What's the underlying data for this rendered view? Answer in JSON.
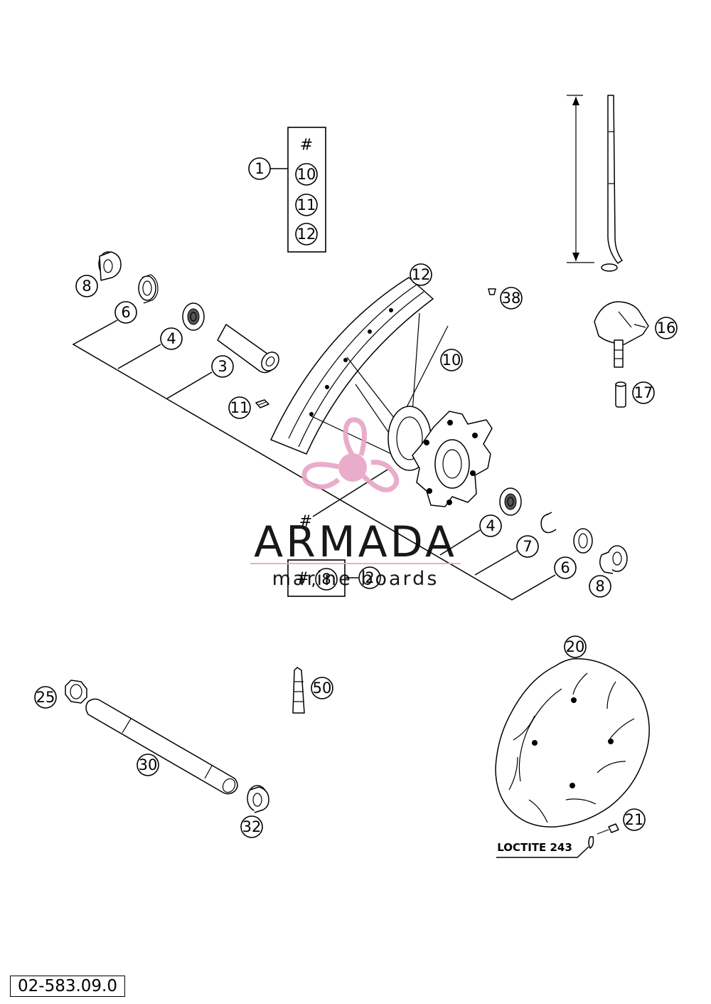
{
  "diagram": {
    "drawing_number": "02-583.09.0",
    "kit_box": {
      "symbol": "#",
      "contents": [
        "10",
        "11",
        "12"
      ]
    },
    "assembly_box": {
      "symbol": "#",
      "contents": "8"
    },
    "axis_hash": "#",
    "note": "LOCTITE 243",
    "callouts": {
      "c1": "1",
      "c2": "2",
      "c3": "3",
      "c4a": "4",
      "c4b": "4",
      "c6a": "6",
      "c6b": "6",
      "c7": "7",
      "c8a": "8",
      "c8b": "8",
      "c10": "10",
      "c11": "11",
      "c12": "12",
      "c16": "16",
      "c17": "17",
      "c20": "20",
      "c21": "21",
      "c25": "25",
      "c30": "30",
      "c32": "32",
      "c38": "38",
      "c50": "50"
    }
  },
  "watermark": {
    "brand": "ARMADA",
    "tagline": "marine boards",
    "color_primary": "#e7a5c6",
    "color_text": "#8a8a8a"
  }
}
